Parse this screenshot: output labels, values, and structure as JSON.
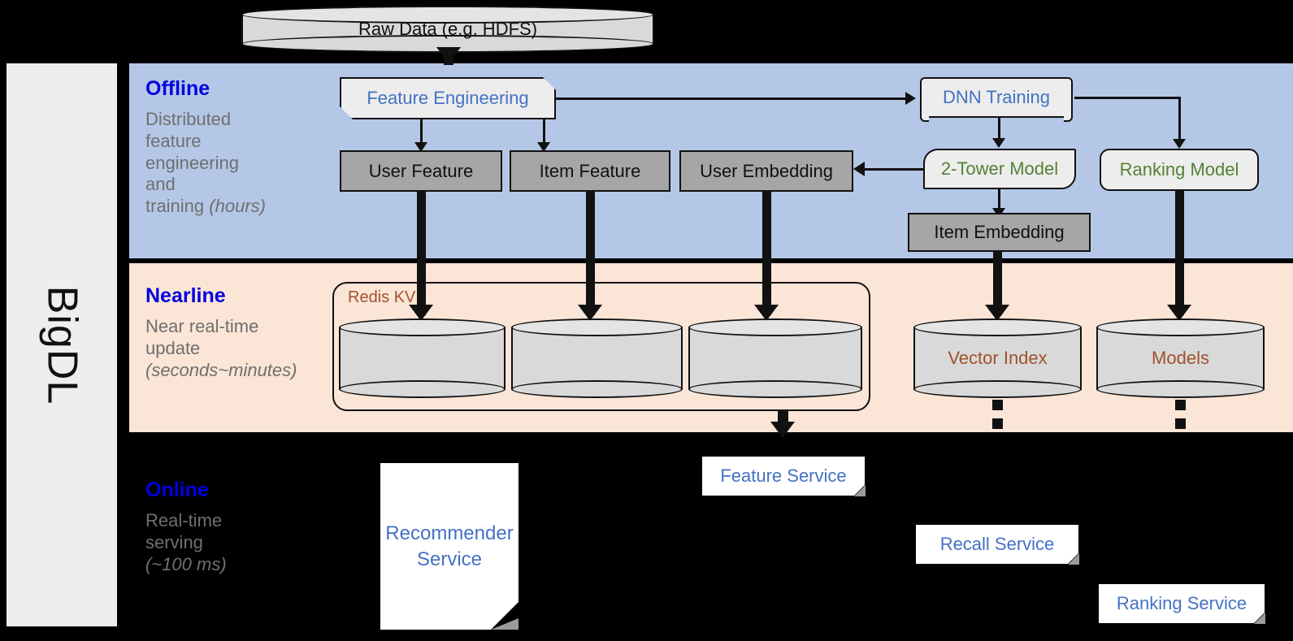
{
  "rail": {
    "label": "BigDL"
  },
  "bands": [
    {
      "key": "offline",
      "title": "Offline",
      "subtitle": "Distributed feature engineering and training (hours)"
    },
    {
      "key": "nearline",
      "title": "Nearline",
      "subtitle": "Near real-time update (seconds~minutes)"
    },
    {
      "key": "online",
      "title": "Online",
      "subtitle": "Real-time serving (~100 ms)"
    }
  ],
  "offline": {
    "title": "Offline",
    "sub_line1": "Distributed",
    "sub_line2": "feature",
    "sub_line3": "engineering and",
    "sub_line4": "training ",
    "sub_italic": "(hours)",
    "raw_data": "Raw Data (e.g. HDFS)",
    "feature_engineering": "Feature Engineering",
    "dnn_training": "DNN Training",
    "user_feature": "User Feature",
    "item_feature": "Item Feature",
    "user_embedding": "User Embedding",
    "two_tower_model": "2-Tower Model",
    "ranking_model": "Ranking Model",
    "item_embedding": "Item Embedding"
  },
  "nearline": {
    "title": "Nearline",
    "sub_line1": "Near real-time",
    "sub_line2": "update",
    "sub_italic": "(seconds~minutes)",
    "redis_kv": "Redis KV",
    "vector_index": "Vector Index",
    "models": "Models",
    "kv_stores": [
      "",
      "",
      ""
    ]
  },
  "online": {
    "title": "Online",
    "sub_line1": "Real-time",
    "sub_line2": "serving",
    "sub_italic": "(~100 ms)",
    "recommender_service_l1": "Recommender",
    "recommender_service_l2": "Service",
    "feature_service": "Feature Service",
    "recall_service": "Recall Service",
    "ranking_service": "Ranking Service"
  },
  "colors": {
    "offline_band": "#b4c7e7",
    "nearline_band": "#fbe5d6",
    "online_band": "#000000",
    "band_title": "#0000e0",
    "band_subtitle": "#6f6f6f",
    "blue_text": "#4472c4",
    "green_text": "#548235",
    "brown_text": "#a0522d",
    "gray_node": "#a6a6a6",
    "light_node": "#ededed",
    "cylinder": "#d9d9d9",
    "rail": "#eeeeee"
  }
}
